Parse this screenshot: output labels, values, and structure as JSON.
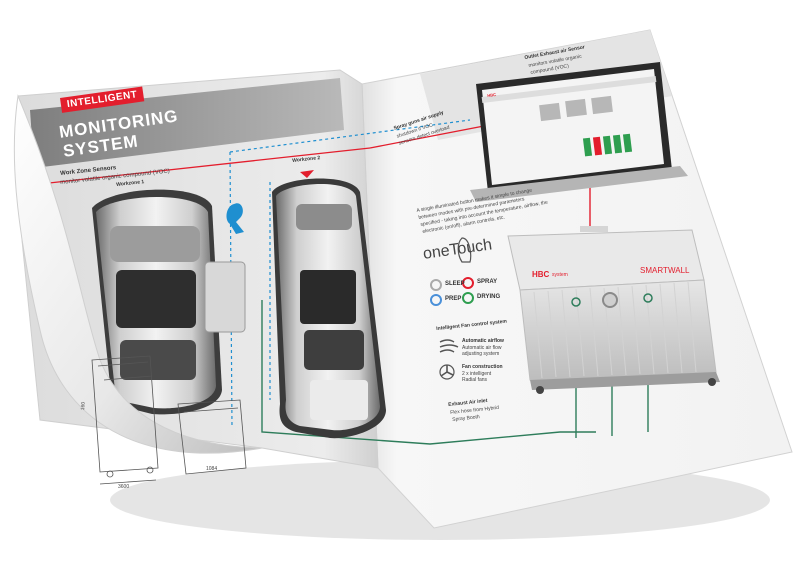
{
  "left_page": {
    "badge": "INTELLIGENT",
    "title_line1": "MONITORING",
    "title_line2": "SYSTEM",
    "sensor_title": "Work Zone Sensors",
    "sensor_subtitle": "monitor volatile organic compound (VOC)",
    "workzone_1": "Workzone 1",
    "workzone_2": "Workzone 2",
    "dim_height": "160",
    "dim_width_1": "3600",
    "dim_width_2": "1084"
  },
  "right_page": {
    "outlet_title": "Outlet Exhaust air Sensor",
    "outlet_desc_1": "monitors volatile organic",
    "outlet_desc_2": "compound (VOC)",
    "spray_title": "Spray guns air supply",
    "spray_desc_1": "shutdown if VOC",
    "spray_desc_2": "sensors detect overload",
    "onetouch_desc_1": "A single illuminated button makes it simple to change",
    "onetouch_desc_2": "between modes with pre-determined parameters",
    "onetouch_desc_3": "specified - taking into account the temperature, airflow, the",
    "onetouch_desc_4": "electronic (on/off), alarm controls, etc.",
    "onetouch_logo": "oneTouch",
    "modes": {
      "sleep": "SLEEP",
      "spray": "SPRAY",
      "prep": "PREP",
      "drying": "DRYING"
    },
    "mode_colors": {
      "sleep": "#aaaaaa",
      "spray": "#e31e2d",
      "prep": "#4a90d9",
      "drying": "#2e9e4f"
    },
    "fan_system_title": "Intelligent Fan control system",
    "airflow_title": "Automatic airflow",
    "airflow_desc_1": "Automatic air flow",
    "airflow_desc_2": "adjusting system",
    "fan_constr_title": "Fan construction",
    "fan_constr_desc_1": "2 x intelligent",
    "fan_constr_desc_2": "Radial fans",
    "exhaust_title": "Exhaust Air inlet",
    "exhaust_desc_1": "Flex hose from Hybrid",
    "exhaust_desc_2": "Spray Booth",
    "unit_brand": "HBC",
    "unit_brand_suffix": "system",
    "unit_name_1": "SMART",
    "unit_name_2": "WALL",
    "screen_logo": "HBC"
  },
  "colors": {
    "accent_red": "#e31e2d",
    "connector_green": "#2e7d5b",
    "dashed_blue": "#1f8fd0",
    "banner_gray": "#8f8f8f"
  },
  "icons": [
    "fan-icon",
    "airflow-icon",
    "touch-hand-icon",
    "spray-gun-icon",
    "laptop-icon"
  ]
}
